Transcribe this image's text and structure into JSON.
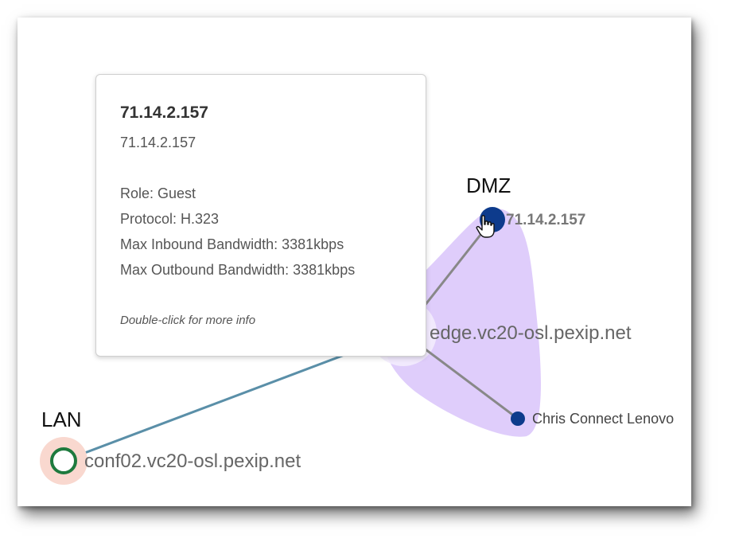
{
  "zones": {
    "dmz_label": "DMZ",
    "lan_label": "LAN"
  },
  "nodes": {
    "participant": {
      "label": "71.14.2.157",
      "color": "#0d3b8c"
    },
    "edge": {
      "label": "edge.vc20-osl.pexip.net"
    },
    "chris": {
      "label": "Chris Connect Lenovo",
      "color": "#0d3b8c"
    },
    "conf": {
      "label": "conf02.vc20-osl.pexip.net",
      "color": "#1e7a3e"
    }
  },
  "colors": {
    "dmz_zone": "#dcc8fb",
    "lan_zone": "#f9d8cf",
    "lan_link": "#5a8fa8",
    "dmz_link": "#888888"
  },
  "tooltip": {
    "title": "71.14.2.157",
    "subtitle": "71.14.2.157",
    "role": "Role: Guest",
    "protocol": "Protocol: H.323",
    "max_inbound": "Max Inbound Bandwidth: 3381kbps",
    "max_outbound": "Max Outbound Bandwidth: 3381kbps",
    "hint": "Double-click for more info"
  }
}
